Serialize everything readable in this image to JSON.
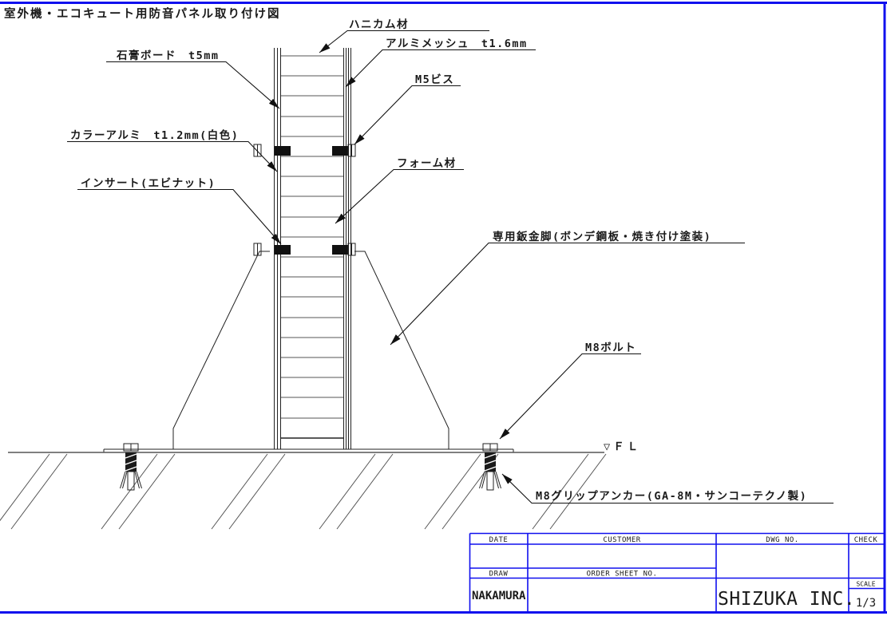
{
  "drawing": {
    "title": "室外機・エコキュート用防音パネル取り付け図",
    "labels": {
      "gypsum_board": "石膏ボード　t5mm",
      "honeycomb": "ハニカム材",
      "aluminum_mesh": "アルミメッシュ　t1.6mm",
      "m5_screw": "M5ビス",
      "color_aluminum": "カラーアルミ　t1.2mm(白色)",
      "insert": "インサート(エビナット)",
      "foam": "フォーム材",
      "metal_leg": "専用鈑金脚(ボンデ鋼板・焼き付け塗装)",
      "m8_bolt": "M8ボルト",
      "floor_level": "▽ＦＬ",
      "m8_grip_anchor": "M8グリップアンカー(GA-8M・サンコーテクノ製)"
    }
  },
  "title_block": {
    "headers": {
      "date": "DATE",
      "customer": "CUSTOMER",
      "dwg_no": "DWG NO.",
      "check": "CHECK",
      "draw": "DRAW",
      "order_sheet_no": "ORDER SHEET NO.",
      "scale": "SCALE"
    },
    "values": {
      "date": "",
      "customer": "",
      "dwg_no": "",
      "check": "",
      "order_sheet_no": "",
      "draw": "NAKAMURA",
      "company": "SHIZUKA INC.",
      "scale": "1/3"
    },
    "colors": {
      "border": "#1010ee",
      "header_text": "#00dce8",
      "company_text": "#f5ea00",
      "value_text": "#111111"
    }
  }
}
